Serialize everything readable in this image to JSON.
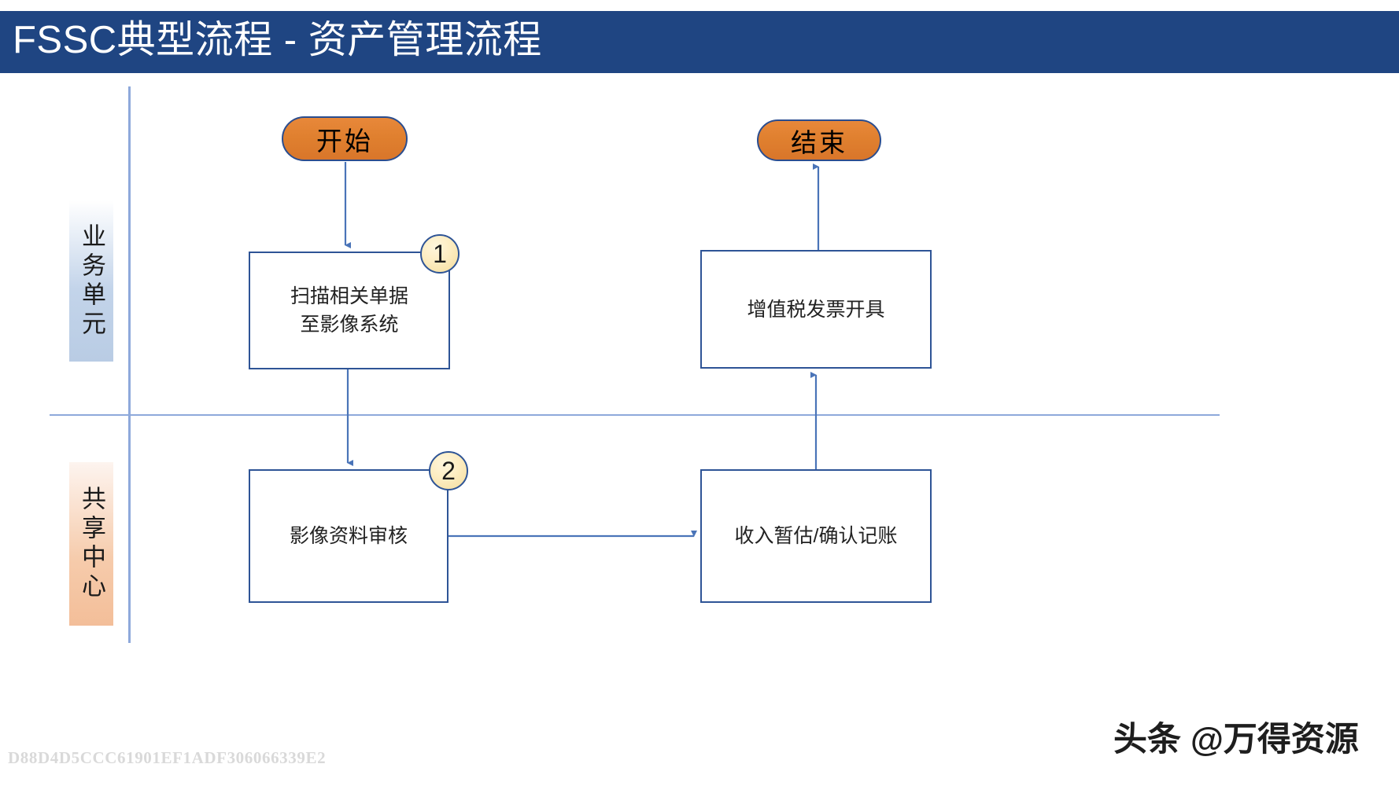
{
  "slide": {
    "title": "FSSC典型流程 - 资产管理流程",
    "header_color": "#1F4582",
    "background": "#ffffff"
  },
  "swimlanes": [
    {
      "id": "business-unit",
      "label": "业务单元",
      "fill_color": "#B9CCE4"
    },
    {
      "id": "shared-service-center",
      "label": "共享中心",
      "fill_color": "#F3BE99"
    }
  ],
  "terminators": [
    {
      "id": "start",
      "label": "开始",
      "fill_color": "#E0802F",
      "border_color": "#2A4D8F"
    },
    {
      "id": "end",
      "label": "结束",
      "fill_color": "#E0802F",
      "border_color": "#2A4D8F"
    }
  ],
  "nodes": [
    {
      "id": "scan-documents",
      "label": "扫描相关单据\n至影像系统",
      "lane": "business-unit",
      "badge": "1",
      "border_color": "#2E5496"
    },
    {
      "id": "vat-invoice",
      "label": "增值税发票开具",
      "lane": "business-unit",
      "badge": "",
      "border_color": "#2E5496"
    },
    {
      "id": "image-review",
      "label": "影像资料审核",
      "lane": "shared-service-center",
      "badge": "2",
      "border_color": "#2E5496"
    },
    {
      "id": "revenue-accrual",
      "label": "收入暂估/确认记账",
      "lane": "shared-service-center",
      "badge": "",
      "border_color": "#2E5496"
    }
  ],
  "badges": [
    {
      "id": "badge-1",
      "label": "1",
      "attached_to": "scan-documents"
    },
    {
      "id": "badge-2",
      "label": "2",
      "attached_to": "image-review"
    }
  ],
  "connectors": [
    {
      "from": "start",
      "to": "scan-documents",
      "direction": "down"
    },
    {
      "from": "scan-documents",
      "to": "image-review",
      "direction": "down"
    },
    {
      "from": "image-review",
      "to": "revenue-accrual",
      "direction": "right"
    },
    {
      "from": "revenue-accrual",
      "to": "vat-invoice",
      "direction": "up"
    },
    {
      "from": "vat-invoice",
      "to": "end",
      "direction": "up"
    }
  ],
  "connector_color": "#4A74B8",
  "footer": {
    "watermark": "头条 @万得资源",
    "doc_code": "D88D4D5CCC61901EF1ADF306066339E2"
  }
}
